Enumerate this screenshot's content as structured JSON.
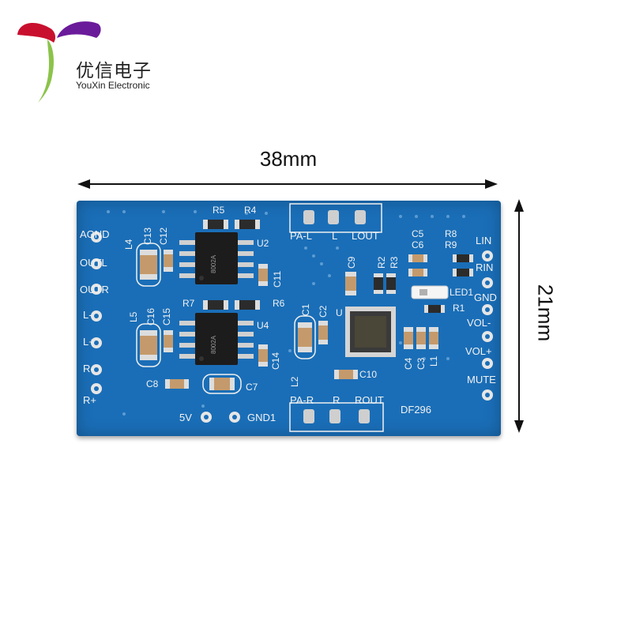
{
  "brand": {
    "name_cn": "优信电子",
    "name_en": "YouXin Electronic",
    "colors": {
      "petal_left": "#c8102e",
      "petal_right": "#6a1b9a",
      "stem": "#8bc34a"
    }
  },
  "dimensions": {
    "width": "38mm",
    "height": "21mm"
  },
  "board": {
    "color": "#1a6eb7",
    "model": "DF296",
    "left_pins": [
      "AGND",
      "OUTL",
      "OUTR",
      "L-",
      "L+",
      "R-",
      "R+"
    ],
    "right_pins": [
      "LIN",
      "RIN",
      "GND",
      "VOL-",
      "VOL+",
      "MUTE"
    ],
    "top_header": [
      "PA-L",
      "L",
      "LOUT"
    ],
    "bottom_header": [
      "PA-R",
      "R",
      "ROUT"
    ],
    "power_pins": [
      "5V",
      "GND1"
    ],
    "designators": {
      "l4": "L4",
      "c13": "C13",
      "c12": "C12",
      "r5": "R5",
      "r4": "R4",
      "u2": "U2",
      "c11": "C11",
      "r7": "R7",
      "r6": "R6",
      "l5": "L5",
      "c16": "C16",
      "c15": "C15",
      "u4": "U4",
      "c14": "C14",
      "c8": "C8",
      "c7": "C7",
      "c9": "C9",
      "r2": "R2",
      "r3": "R3",
      "c5": "C5",
      "c6": "C6",
      "r8": "R8",
      "r9": "R9",
      "led1": "LED1",
      "r1": "R1",
      "c1": "C1",
      "c2": "C2",
      "u1": "U",
      "c10": "C10",
      "l2": "L2",
      "c4": "C4",
      "c3": "C3",
      "l1": "L1"
    },
    "chip_marks": {
      "u2": "8002A",
      "u4": "8002A"
    }
  }
}
